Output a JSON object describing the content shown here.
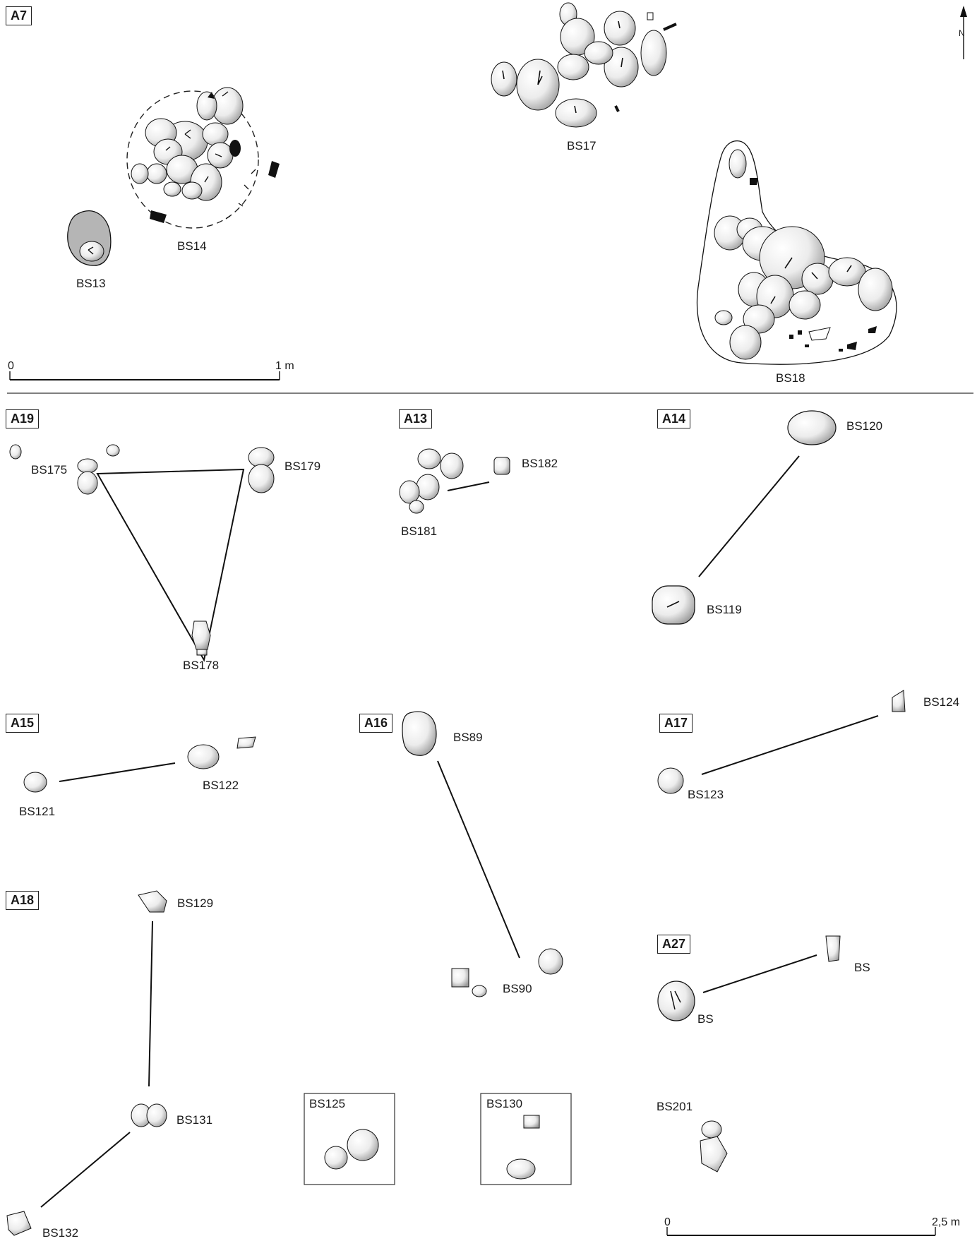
{
  "areas": {
    "A7": "A7",
    "A19": "A19",
    "A13": "A13",
    "A14": "A14",
    "A15": "A15",
    "A16": "A16",
    "A17": "A17",
    "A18": "A18",
    "A27": "A27"
  },
  "labels": {
    "BS13": "BS13",
    "BS14": "BS14",
    "BS17": "BS17",
    "BS18": "BS18",
    "BS175": "BS175",
    "BS179": "BS179",
    "BS178": "BS178",
    "BS181": "BS181",
    "BS182": "BS182",
    "BS120": "BS120",
    "BS119": "BS119",
    "BS121": "BS121",
    "BS122": "BS122",
    "BS89": "BS89",
    "BS90": "BS90",
    "BS123": "BS123",
    "BS124": "BS124",
    "BS129": "BS129",
    "BS131": "BS131",
    "BS132": "BS132",
    "BS_a27_top": "BS",
    "BS_a27_bottom": "BS",
    "BS125": "BS125",
    "BS130": "BS130",
    "BS201": "BS201"
  },
  "north": "N",
  "scale_top": {
    "zero": "0",
    "end": "1 m"
  },
  "scale_bottom": {
    "zero": "0",
    "end": "2,5 m"
  },
  "colors": {
    "line": "#1a1a1a",
    "stone_fill": "#e6e6e6",
    "dark": "#111111",
    "shaded": "#b5b5b5"
  }
}
